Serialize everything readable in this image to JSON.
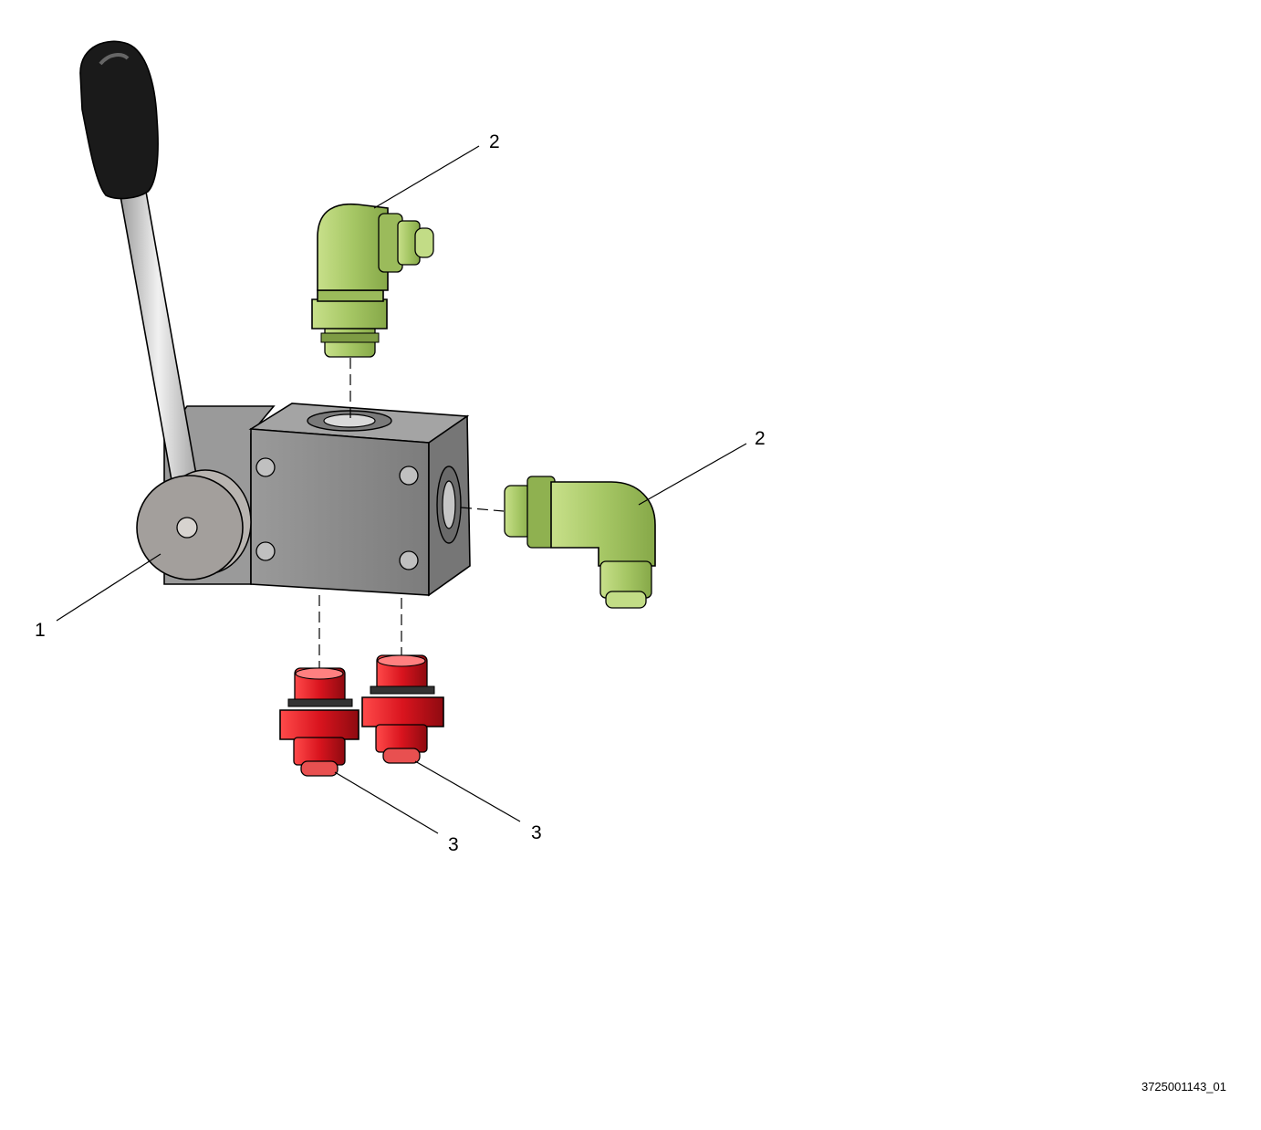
{
  "callouts": {
    "lever_valve": "1",
    "elbow_top": "2",
    "elbow_right": "2",
    "connector_left": "3",
    "connector_right": "3"
  },
  "drawing_number": "3725001143_01",
  "colors": {
    "valve_body": "#8c8c8c",
    "elbow_fitting": "#a9c96a",
    "straight_connector": "#d9141e",
    "handle_grip": "#1a1a1a",
    "lever_rod": "#cfcfcf"
  }
}
